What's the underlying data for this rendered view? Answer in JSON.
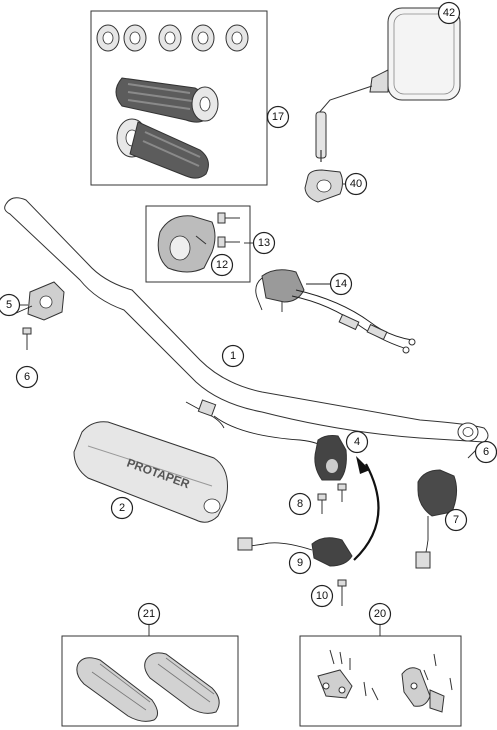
{
  "colors": {
    "outline": "#333333",
    "part_light": "#f2f2f2",
    "part_mid": "#c8c8c8",
    "part_dark": "#6a6a6a",
    "arrow": "#111111"
  },
  "callouts": {
    "c1": "1",
    "c2": "2",
    "c4": "4",
    "c5": "5",
    "c6a": "6",
    "c6b": "6",
    "c7": "7",
    "c8": "8",
    "c9": "9",
    "c10": "10",
    "c12": "12",
    "c13": "13",
    "c14": "14",
    "c17": "17",
    "c20": "20",
    "c21": "21",
    "c40": "40",
    "c42": "42"
  },
  "pad_brand_text": "PROTAPER"
}
